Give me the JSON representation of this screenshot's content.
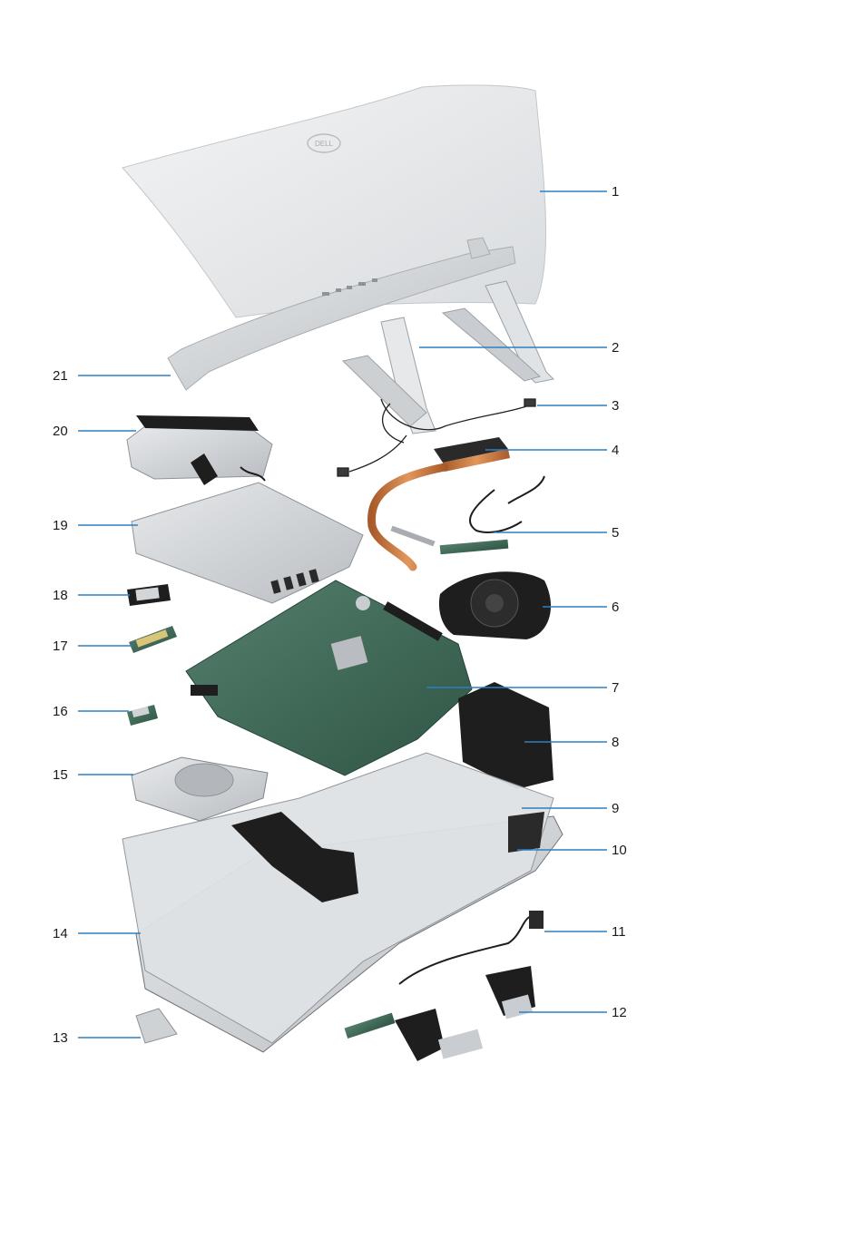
{
  "diagram": {
    "callouts_right": [
      {
        "id": "1",
        "label": "1"
      },
      {
        "id": "2",
        "label": "2"
      },
      {
        "id": "3",
        "label": "3"
      },
      {
        "id": "4",
        "label": "4"
      },
      {
        "id": "5",
        "label": "5"
      },
      {
        "id": "6",
        "label": "6"
      },
      {
        "id": "7",
        "label": "7"
      },
      {
        "id": "8",
        "label": "8"
      },
      {
        "id": "9",
        "label": "9"
      },
      {
        "id": "10",
        "label": "10"
      },
      {
        "id": "11",
        "label": "11"
      },
      {
        "id": "12",
        "label": "12"
      }
    ],
    "callouts_left": [
      {
        "id": "21",
        "label": "21"
      },
      {
        "id": "20",
        "label": "20"
      },
      {
        "id": "19",
        "label": "19"
      },
      {
        "id": "18",
        "label": "18"
      },
      {
        "id": "17",
        "label": "17"
      },
      {
        "id": "16",
        "label": "16"
      },
      {
        "id": "15",
        "label": "15"
      },
      {
        "id": "14",
        "label": "14"
      },
      {
        "id": "13",
        "label": "13"
      }
    ],
    "logo_text": "DELL",
    "colors": {
      "leader": "#2f7fc1",
      "metal": "#d6d9dc",
      "metal_dark": "#8e9398",
      "board": "#3f6b5a",
      "copper": "#c8783e",
      "black": "#1e1e1e"
    }
  }
}
